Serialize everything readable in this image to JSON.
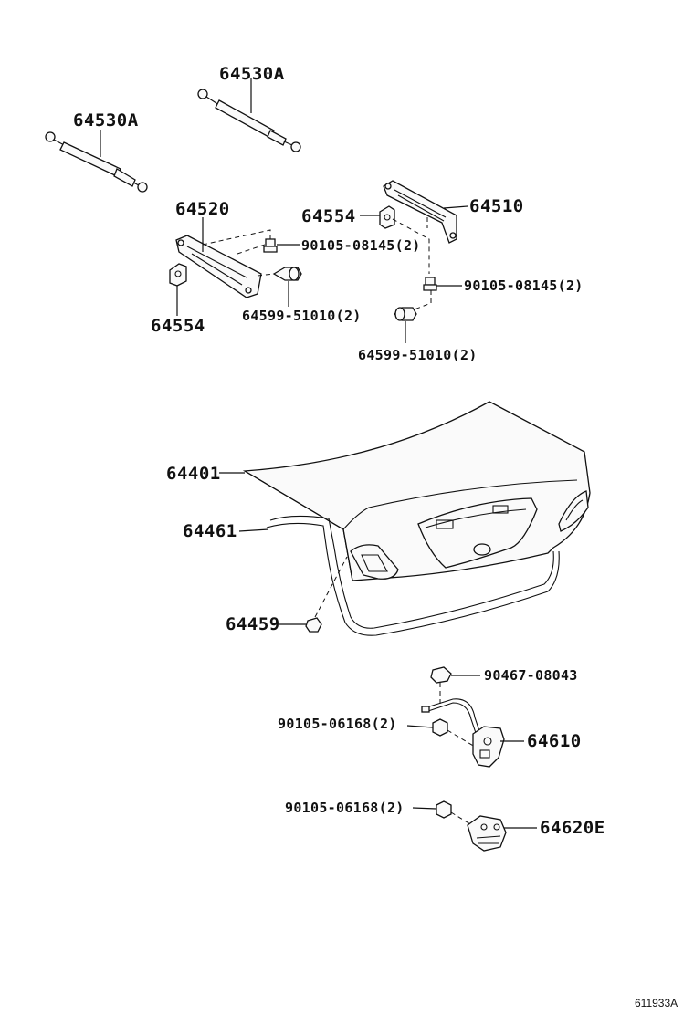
{
  "diagram": {
    "figure_id": "611933A",
    "callouts": {
      "strut_upper": "64530A",
      "strut_lower": "64530A",
      "hinge_left": "64520",
      "stopper_left_top": "64554",
      "stopper_left_bottom": "64554",
      "hinge_right": "64510",
      "bolt_hinge_left": "90105-08145(2)",
      "bolt_hinge_right": "90105-08145(2)",
      "bushing_left": "64599-51010(2)",
      "bushing_right": "64599-51010(2)",
      "luggage_lid": "64401",
      "weatherstrip": "64461",
      "cushion": "64459",
      "lock_screw": "90467-08043",
      "lock_bolt": "90105-06168(2)",
      "lock_assy": "64610",
      "striker_bolt": "90105-06168(2)",
      "striker": "64620E"
    }
  }
}
